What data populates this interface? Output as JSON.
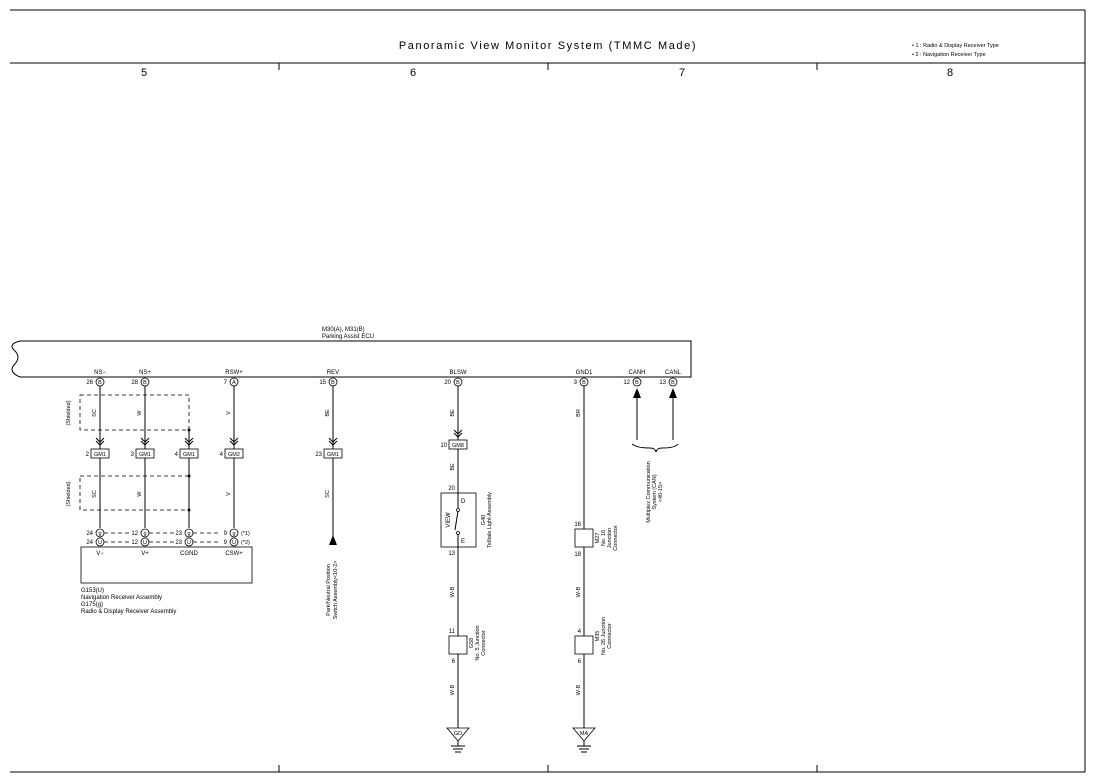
{
  "header": {
    "title": "Panoramic View Monitor System (TMMC Made)",
    "notes": [
      "• 1 : Radio & Display Receiver Type",
      "• 2 : Navigation Receiver Type"
    ],
    "columns": [
      "5",
      "6",
      "7",
      "8"
    ]
  },
  "ecu": {
    "ref": "M30(A), M31(B)",
    "name": "Parking Assist ECU",
    "pins": [
      {
        "label": "NS−",
        "num": "26",
        "conn": "B"
      },
      {
        "label": "NS+",
        "num": "28",
        "conn": "B"
      },
      {
        "label": "RSW+",
        "num": "7",
        "conn": "A"
      },
      {
        "label": "REV",
        "num": "15",
        "conn": "B"
      },
      {
        "label": "BLSW",
        "num": "20",
        "conn": "B"
      },
      {
        "label": "GND1",
        "num": "3",
        "conn": "B"
      },
      {
        "label": "CANH",
        "num": "12",
        "conn": "B"
      },
      {
        "label": "CANL",
        "num": "13",
        "conn": "B"
      }
    ]
  },
  "wires": {
    "nsm": "SC",
    "nsp": "W",
    "rsw": "V",
    "rev": "BE",
    "blsw": "BE",
    "gnd": "BR",
    "gnd_low": "W-B",
    "shielded": "(Shielded)",
    "rev_low": "SC"
  },
  "junctions": {
    "gm1": "GM1",
    "gm2": "GM2",
    "gm8": "GM8",
    "nums": {
      "nsm": "2",
      "nsp": "3",
      "cgnd": "4",
      "rsw": "4",
      "rev": "23",
      "blsw": "10"
    }
  },
  "receiver": {
    "pins_top": [
      "24",
      "12",
      "23",
      "9"
    ],
    "pins_bot": [
      "24",
      "12",
      "23",
      "9"
    ],
    "conn_top": "g",
    "conn_bot": "U",
    "labels": [
      "V−",
      "V+",
      "CGND",
      "CSW+"
    ],
    "notes": [
      "(*1)",
      "(*2)"
    ],
    "ref1": "G153(U)",
    "name1": "Navigation Receiver Assembly",
    "ref2": "G175(g)",
    "name2": "Radio & Display Receiver Assembly"
  },
  "switch": {
    "ref": "G40",
    "name": "Telltale Light Assembly",
    "sw_label": "VIEW",
    "pin_d": "D",
    "pin_e": "E",
    "pin_top": "20",
    "pin_bot": "13"
  },
  "park_switch": {
    "line1": "Park/Neutral Position",
    "line2": "Switch Assembly<10-2>"
  },
  "jc_g58": {
    "ref": "G58",
    "line1": "No. 5 Junction",
    "line2": "Connector",
    "pin_top": "11",
    "pin_bot": "6"
  },
  "jc_m27": {
    "ref": "M27",
    "line1": "No. 16",
    "line2": "Junction",
    "line3": "Connector",
    "pin_top": "16",
    "pin_bot": "18"
  },
  "jc_m35": {
    "ref": "M35",
    "line1": "No. 26 Junction",
    "line2": "Connector",
    "pin_top": "4",
    "pin_bot": "6"
  },
  "can": {
    "line1": "Multiplex Communication",
    "line2": "System (CAN)",
    "line3": "<40-15>"
  },
  "grounds": {
    "left": "GD",
    "right": "MA"
  }
}
